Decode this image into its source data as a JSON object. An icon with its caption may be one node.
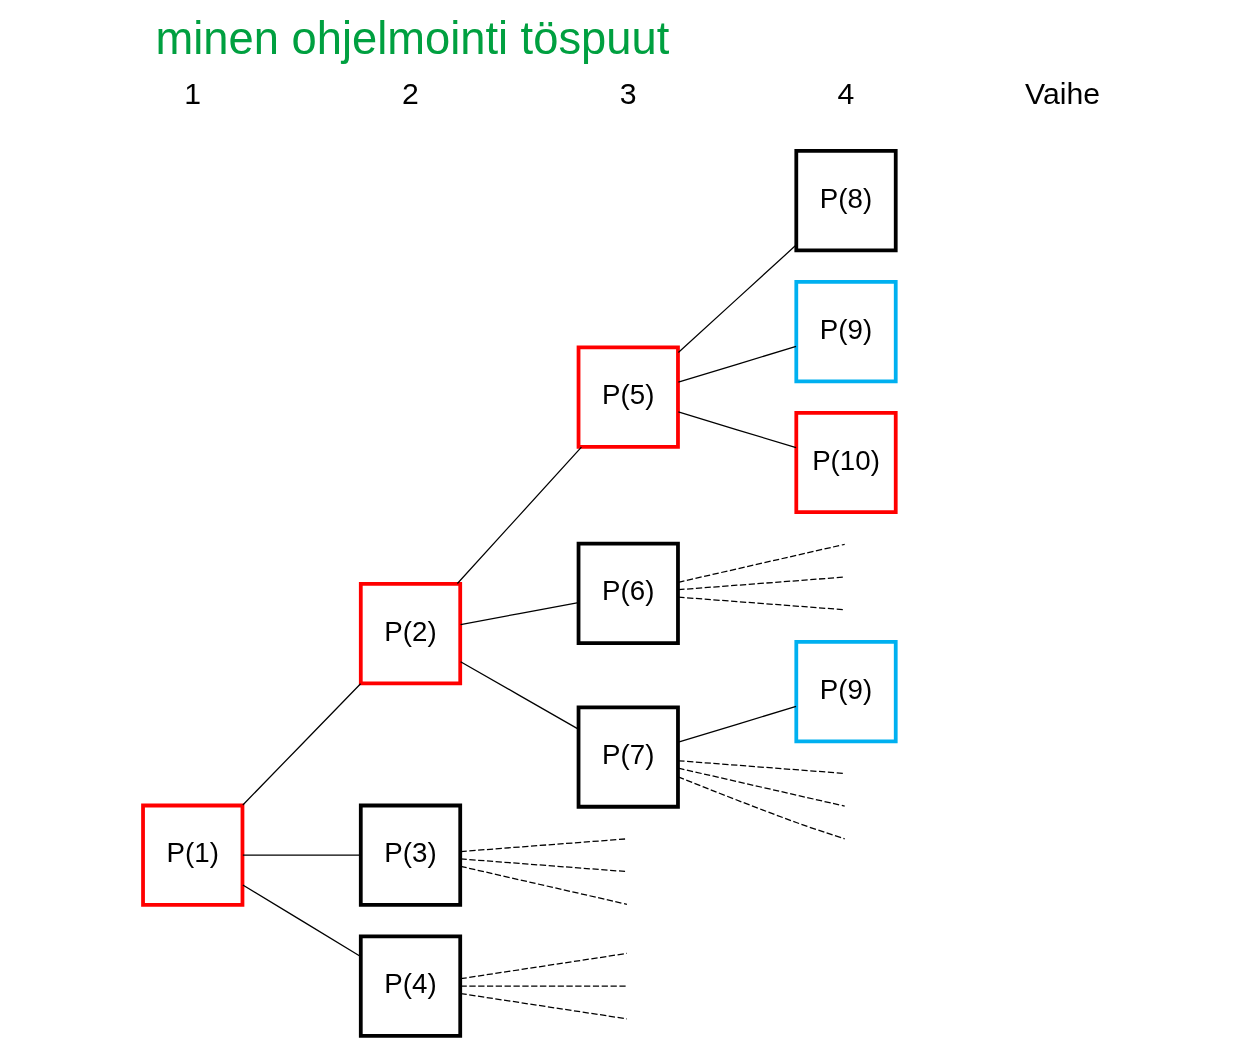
{
  "diagram": {
    "title": "minen ohjelmointi töspuut",
    "nodes": [
      {
        "text": [
          "P(1)"
        ]
      },
      {
        "text": [
          "P(2)"
        ]
      },
      {
        "text": [
          "P(3)"
        ]
      },
      {
        "text": [
          "P(4)"
        ]
      },
      {
        "text": [
          "P(5)"
        ]
      },
      {
        "text": [
          "P(6)"
        ]
      },
      {
        "text": [
          "P(7)"
        ]
      },
      {
        "text": [
          "P(8)"
        ]
      },
      {
        "text": [
          "P(9)"
        ]
      },
      {
        "text": [
          "P(10)"
        ]
      },
      {
        "text": [
          "P(9)"
        ]
      }
    ],
    "edges": [
      {
        "from": 0,
        "to": 1,
        "arrow": "none"
      },
      {
        "from": 0,
        "to": 2,
        "arrow": "none"
      },
      {
        "from": 0,
        "to": 3,
        "arrow": "none"
      },
      {
        "from": 1,
        "to": 4,
        "arrow": "none"
      },
      {
        "from": 1,
        "to": 5,
        "arrow": "none"
      },
      {
        "from": 1,
        "to": 6,
        "arrow": "none"
      },
      {
        "from": 4,
        "to": 7,
        "arrow": "none"
      },
      {
        "from": 4,
        "to": 8,
        "arrow": "none"
      },
      {
        "from": 4,
        "to": 9,
        "arrow": "none"
      },
      {
        "from": 10,
        "to": 6,
        "arrow": "none"
      },
      {
        "from": null,
        "to": 2,
        "arrow": "none",
        "style": "dashed"
      },
      {
        "from": null,
        "to": 2,
        "arrow": "none",
        "style": "dashed"
      },
      {
        "from": null,
        "to": 2,
        "arrow": "none",
        "style": "dashed"
      },
      {
        "from": null,
        "to": 3,
        "arrow": "none",
        "style": "dashed"
      },
      {
        "from": null,
        "to": 3,
        "arrow": "none",
        "style": "dashed"
      },
      {
        "from": null,
        "to": 3,
        "arrow": "none",
        "style": "dashed"
      },
      {
        "from": null,
        "to": 5,
        "arrow": "none",
        "style": "dashed"
      },
      {
        "from": null,
        "to": 5,
        "arrow": "none",
        "style": "dashed"
      },
      {
        "from": null,
        "to": 5,
        "arrow": "none",
        "style": "dashed"
      },
      {
        "from": null,
        "to": 6,
        "arrow": "none",
        "style": "dashed"
      },
      {
        "from": null,
        "to": 6,
        "arrow": "none",
        "style": "dashed"
      },
      {
        "from": null,
        "to": 6,
        "arrow": "none",
        "style": "dashed"
      }
    ],
    "labels": [
      "1",
      "2",
      "3",
      "4",
      "Vaihe"
    ]
  }
}
